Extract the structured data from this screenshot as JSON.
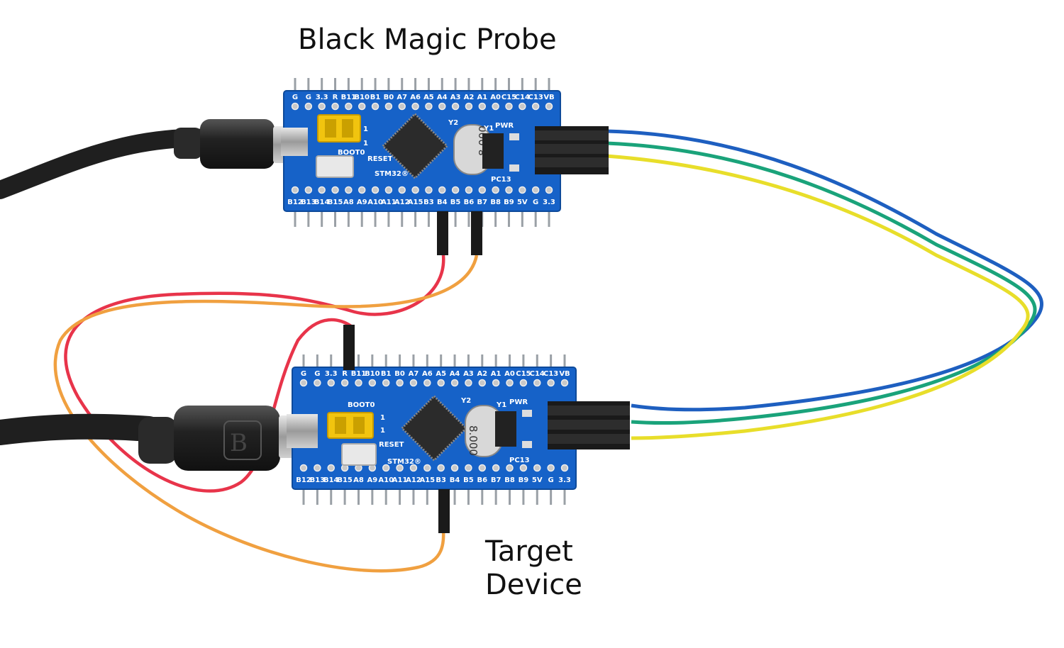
{
  "captions": {
    "probe": "Black Magic Probe",
    "target_line1": "Target",
    "target_line2": "Device"
  },
  "board": {
    "top_pins": [
      "G",
      "G",
      "3.3",
      "R",
      "B11",
      "B10",
      "B1",
      "B0",
      "A7",
      "A6",
      "A5",
      "A4",
      "A3",
      "A2",
      "A1",
      "A0",
      "C15",
      "C14",
      "C13",
      "VB"
    ],
    "bottom_pins": [
      "B12",
      "B13",
      "B14",
      "B15",
      "A8",
      "A9",
      "A10",
      "A11",
      "A12",
      "A15",
      "B3",
      "B4",
      "B5",
      "B6",
      "B7",
      "B8",
      "B9",
      "5V",
      "G",
      "3.3"
    ],
    "boot_label": "BOOT0",
    "reset_label": "RESET",
    "brand_label": "STM32®",
    "pwr_label": "PWR",
    "pc13_label": "PC13",
    "y1_label": "Y1",
    "y2_label": "Y2",
    "crystal_label": "8.000",
    "jumper_marks": [
      "1",
      "1"
    ]
  },
  "usb_connector_letter": "B",
  "colors": {
    "board": "#1662c8",
    "wire_blue": "#1e5fc0",
    "wire_green": "#1aa37a",
    "wire_yellow": "#e8de2a",
    "wire_red": "#e8344a",
    "wire_orange": "#f0a040",
    "cable": "#1f1f1f"
  }
}
